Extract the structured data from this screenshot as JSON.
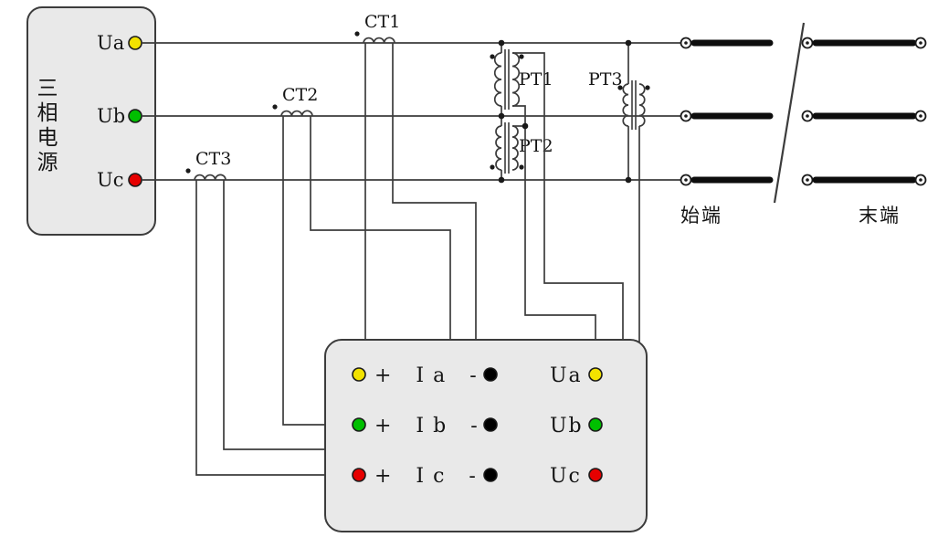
{
  "colors": {
    "phase_a": "#f2e200",
    "phase_b": "#00bf00",
    "phase_c": "#e60000",
    "neutral": "#000000"
  },
  "source": {
    "title": "三相电源",
    "terminals": [
      {
        "label": "Ua"
      },
      {
        "label": "Ub"
      },
      {
        "label": "Uc"
      }
    ]
  },
  "current_transformers": [
    {
      "label": "CT1"
    },
    {
      "label": "CT2"
    },
    {
      "label": "CT3"
    }
  ],
  "potential_transformers": [
    {
      "label": "PT1"
    },
    {
      "label": "PT2"
    },
    {
      "label": "PT3"
    }
  ],
  "line": {
    "start_label": "始端",
    "end_label": "末端"
  },
  "meter": {
    "current_rows": [
      "+ Ia -",
      "+ Ib -",
      "+ Ic -"
    ],
    "voltage_terminals": [
      {
        "label": "Ua"
      },
      {
        "label": "Ub"
      },
      {
        "label": "Uc"
      }
    ]
  }
}
